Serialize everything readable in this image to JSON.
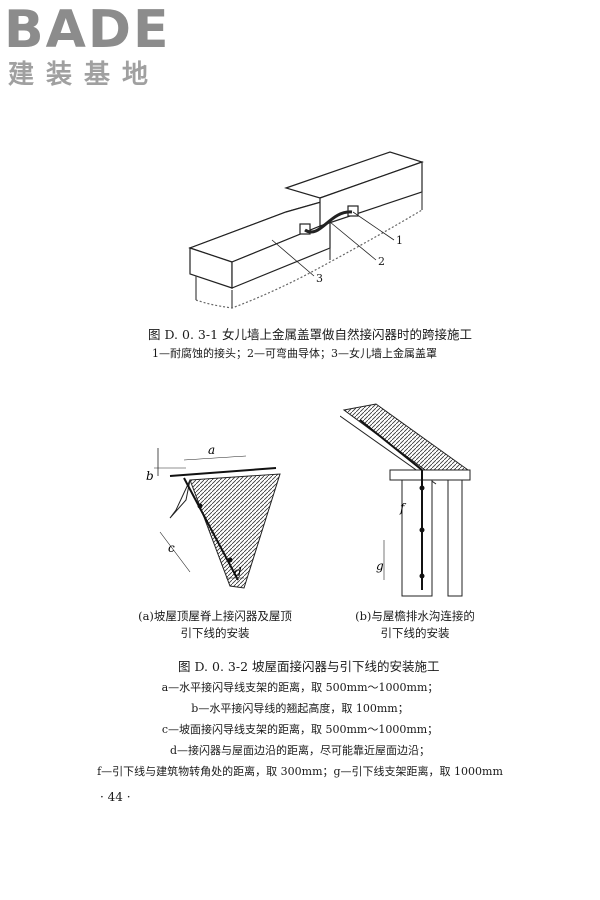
{
  "logo": {
    "en": "BADE",
    "cn": "建装基地"
  },
  "figure1": {
    "title": "图 D. 0. 3-1   女儿墙上金属盖罩做自然接闪器时的跨接施工",
    "note": "1—耐腐蚀的接头；2—可弯曲导体；3—女儿墙上金属盖罩",
    "callouts": [
      "1",
      "2",
      "3"
    ]
  },
  "figure2": {
    "caption_a_line1": "(a)坡屋顶屋脊上接闪器及屋顶",
    "caption_a_line2": "引下线的安装",
    "caption_b_line1": "(b)与屋檐排水沟连接的",
    "caption_b_line2": "引下线的安装",
    "labels": {
      "a": "a",
      "b": "b",
      "c": "c",
      "d": "d",
      "f": "f",
      "g": "g"
    },
    "title": "图 D. 0. 3-2   坡屋面接闪器与引下线的安装施工",
    "legend": [
      "a—水平接闪导线支架的距离，取 500mm～1000mm；",
      "b—水平接闪导线的翘起高度，取 100mm；",
      "c—坡面接闪导线支架的距离，取 500mm～1000mm；",
      "d—接闪器与屋面边沿的距离，尽可能靠近屋面边沿；",
      "f—引下线与建筑物转角处的距离，取 300mm；g—引下线支架距离，取 1000mm"
    ]
  },
  "page_number": "· 44 ·"
}
